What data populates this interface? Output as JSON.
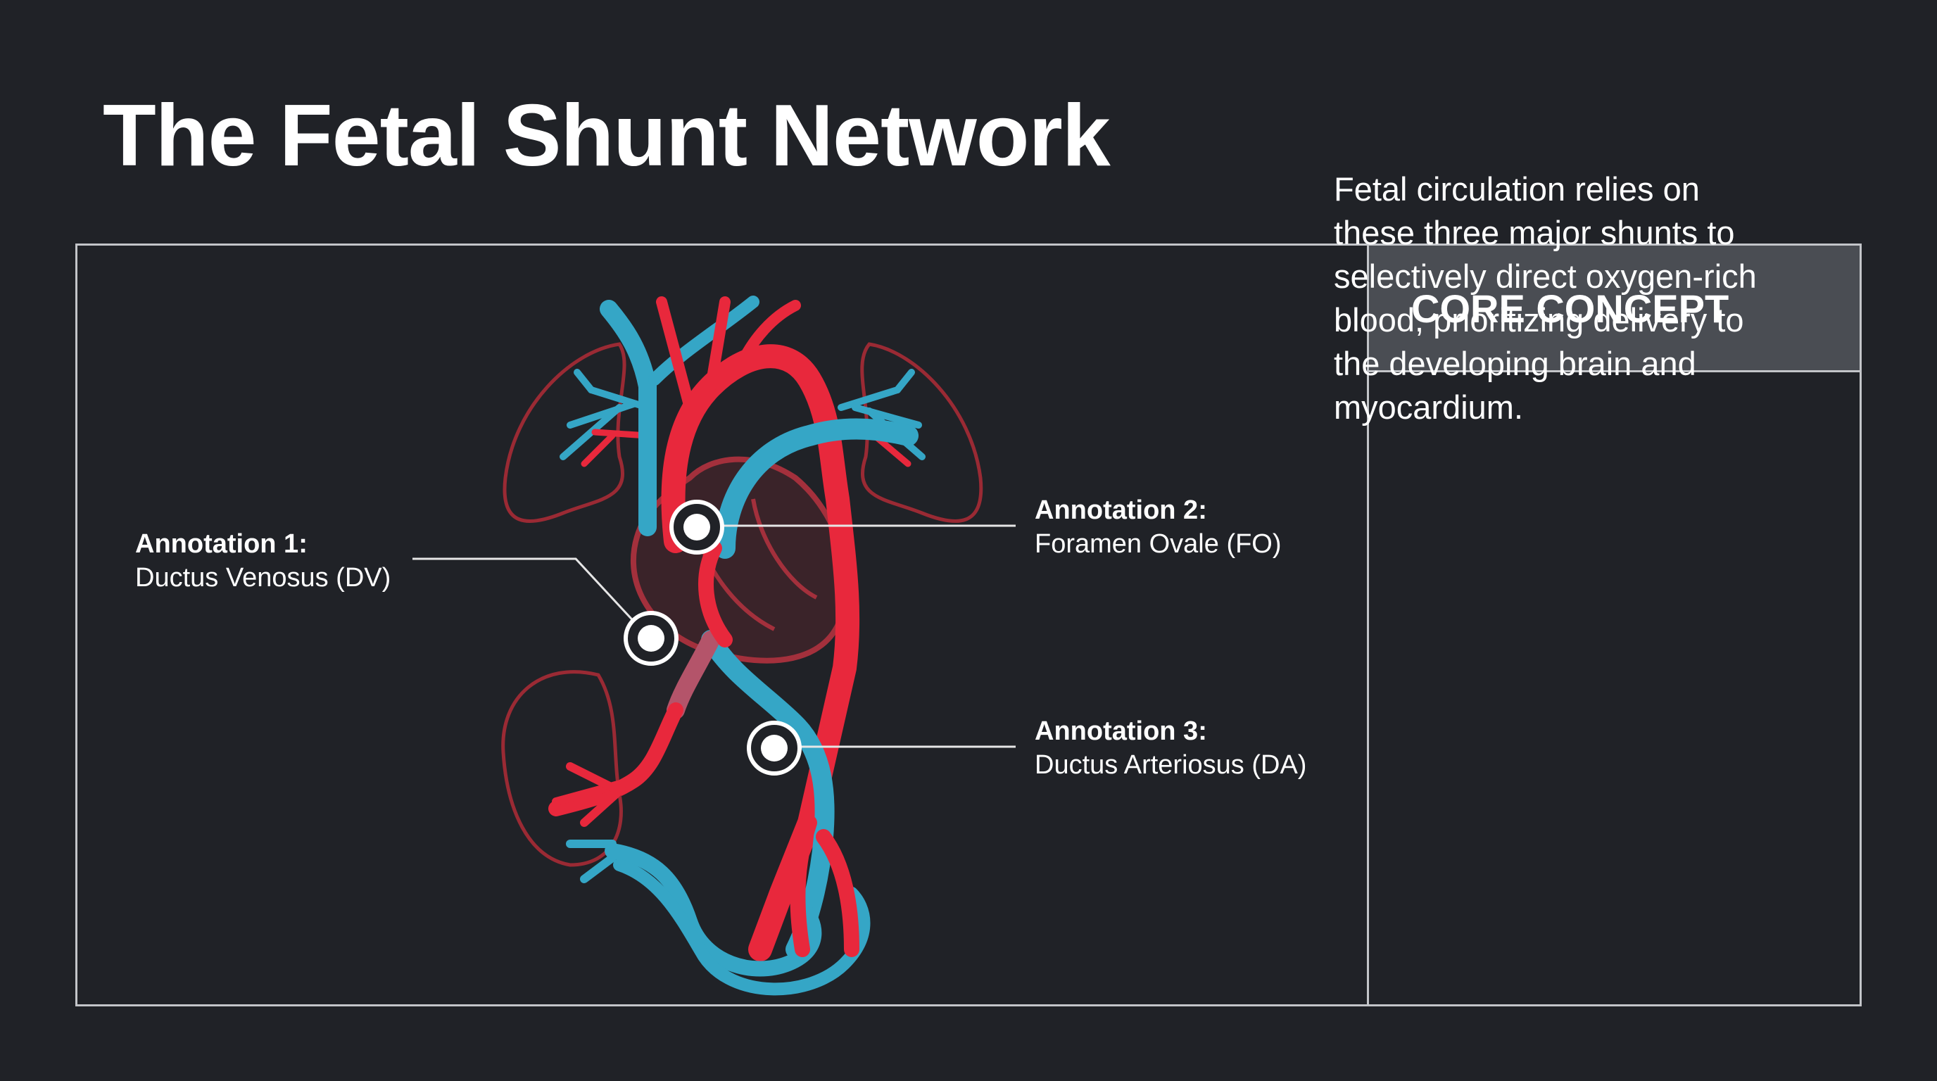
{
  "page": {
    "title": "The Fetal Shunt Network"
  },
  "core_concept": {
    "heading": "CORE CONCEPT",
    "body": "Fetal circulation relies on these three major shunts to selectively direct oxygen-rich blood, prioritizing delivery to the developing brain and myocardium."
  },
  "annotations": [
    {
      "label": "Annotation 1:",
      "name": "Ductus Venosus (DV)"
    },
    {
      "label": "Annotation 2:",
      "name": "Foramen Ovale (FO)"
    },
    {
      "label": "Annotation 3:",
      "name": "Ductus Arteriosus (DA)"
    }
  ],
  "colors": {
    "background": "#202227",
    "oxygenated": "#e8283c",
    "deoxygenated": "#35a6c6",
    "organ_outline": "#9a2a34",
    "panel_header": "#4a4d53",
    "border": "#c3c5c9"
  }
}
